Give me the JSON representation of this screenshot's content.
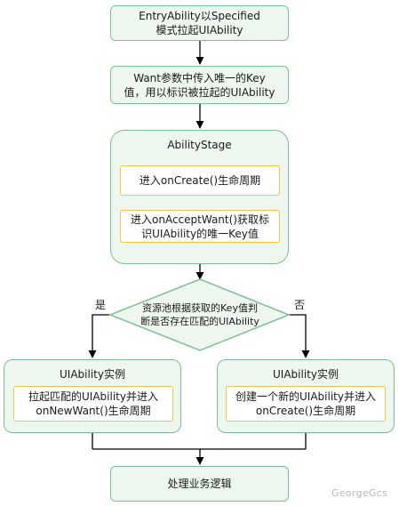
{
  "nodes": {
    "start": "EntryAbility以Specified\n模式拉起UIAbility",
    "want": "Want参数中传入唯一的Key\n值，用以标识被拉起的UIAbility",
    "stage_title": "AbilityStage",
    "oncreate": "进入onCreate()生命周期",
    "onaccept": "进入onAcceptWant()获取标\n识UIAbility的唯一Key值",
    "decision": "资源池根据获取的Key值判\n断是否存在匹配的UIAbility",
    "left_title": "UIAbility实例",
    "left_inner": "拉起匹配的UIAbility并进入\nonNewWant()生命周期",
    "right_title": "UIAbility实例",
    "right_inner": "创建一个新的UIAbility并进入\nonCreate()生命周期",
    "end": "处理业务逻辑"
  },
  "edge_labels": {
    "yes": "是",
    "no": "否"
  },
  "watermark": "GeorgeGcs",
  "colors": {
    "green_fill": "#edf6ef",
    "green_stroke": "#7bbf95",
    "yellow_stroke": "#f2c53d",
    "line": "#000000"
  }
}
